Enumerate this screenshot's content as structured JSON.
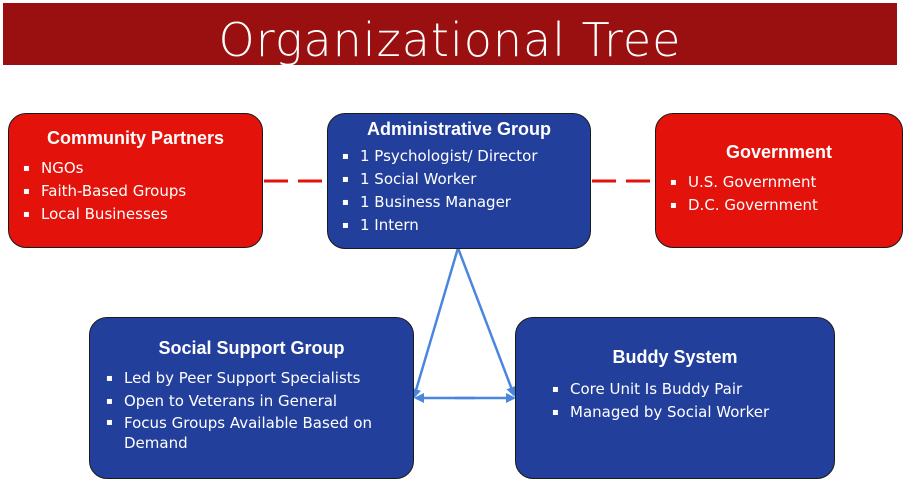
{
  "title": "Organizational Tree",
  "colors": {
    "title_bar": "#9a0f0f",
    "red_box": "#e3120b",
    "blue_box": "#233f9c",
    "dash_line": "#e3120b",
    "arrow": "#4a86e0"
  },
  "boxes": {
    "community": {
      "title": "Community Partners",
      "items": [
        "NGOs",
        "Faith-Based Groups",
        "Local Businesses"
      ]
    },
    "admin": {
      "title": "Administrative Group",
      "items": [
        "1 Psychologist/ Director",
        "1 Social Worker",
        "1 Business Manager",
        "1 Intern"
      ]
    },
    "government": {
      "title": "Government",
      "items": [
        "U.S. Government",
        "D.C. Government"
      ]
    },
    "social": {
      "title": "Social Support Group",
      "items": [
        "Led by Peer Support Specialists",
        "Open to Veterans in General",
        "Focus Groups Available Based on Demand"
      ]
    },
    "buddy": {
      "title": "Buddy System",
      "items": [
        "Core Unit Is Buddy Pair",
        "Managed by Social Worker"
      ]
    }
  },
  "bullet_glyph": "▪"
}
